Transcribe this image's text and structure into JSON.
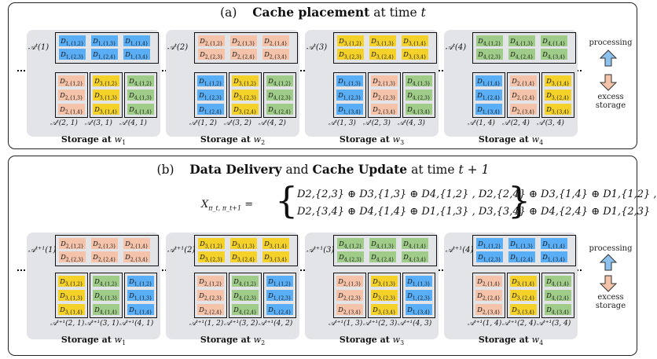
{
  "colors": {
    "blue": "#5aaef5",
    "salmon": "#f5c3aa",
    "yellow": "#f5d22a",
    "green": "#9fcc88",
    "up_arrow": "#8ec2ee",
    "down_arrow": "#f5c3aa"
  },
  "panel_a": {
    "title_prefix": "(a)",
    "title_bold": "Cache placement",
    "title_mid": "at time",
    "title_var": "t"
  },
  "panel_b": {
    "title_prefix": "(b)",
    "title_bold1": "Data Delivery",
    "title_mid1": "and",
    "title_bold2": "Cache Update",
    "title_mid2": "at time",
    "title_var": "t + 1",
    "formula_lhs": "X",
    "formula_lhs_sub": "π_t, π_t+1",
    "formula_eq": "=",
    "formula_line1": "D2,{2,3} ⊕ D3,{1,3} ⊕ D4,{1,2} ,  D2,{2,4} ⊕ D3,{1,4} ⊕ D1,{1,2} ,",
    "formula_line2": "D2,{3,4} ⊕ D4,{1,4} ⊕ D1,{1,3} ,  D3,{3,4} ⊕ D4,{2,4} ⊕ D1,{2,3}",
    "formula_brace_left": "{",
    "formula_brace_right": "}"
  },
  "side_labels": {
    "processing": "processing",
    "excess": "excess",
    "storage": "storage"
  },
  "workers_a": [
    {
      "storage_prefix": "Storage at",
      "storage_w": "w",
      "storage_sub": "1",
      "top_label": "𝒜ᵗ(1)",
      "top_color": "blue",
      "top_cells": [
        "D1,{1,2}",
        "D1,{1,3}",
        "D1,{1,4}",
        "D1,{2,3}",
        "D1,{2,4}",
        "D1,{3,4}"
      ],
      "bottom": [
        {
          "label": "𝒜ᵗ(2, 1)",
          "color": "salmon",
          "cells": [
            "D2,{1,2}",
            "D2,{1,3}",
            "D2,{1,4}"
          ]
        },
        {
          "label": "𝒜ᵗ(3, 1)",
          "color": "yellow",
          "cells": [
            "D3,{1,2}",
            "D3,{1,3}",
            "D3,{1,4}"
          ]
        },
        {
          "label": "𝒜ᵗ(4, 1)",
          "color": "green",
          "cells": [
            "D4,{1,2}",
            "D4,{1,3}",
            "D4,{1,4}"
          ]
        }
      ]
    },
    {
      "storage_prefix": "Storage at",
      "storage_w": "w",
      "storage_sub": "2",
      "top_label": "𝒜ᵗ(2)",
      "top_color": "salmon",
      "top_cells": [
        "D2,{1,2}",
        "D2,{1,3}",
        "D2,{1,4}",
        "D2,{2,3}",
        "D2,{2,4}",
        "D2,{3,4}"
      ],
      "bottom": [
        {
          "label": "𝒜ᵗ(1, 2)",
          "color": "blue",
          "cells": [
            "D1,{1,2}",
            "D1,{2,3}",
            "D1,{2,4}"
          ]
        },
        {
          "label": "𝒜ᵗ(3, 2)",
          "color": "yellow",
          "cells": [
            "D3,{1,2}",
            "D3,{2,3}",
            "D3,{2,4}"
          ]
        },
        {
          "label": "𝒜ᵗ(4, 2)",
          "color": "green",
          "cells": [
            "D4,{1,2}",
            "D4,{2,3}",
            "D4,{2,4}"
          ]
        }
      ]
    },
    {
      "storage_prefix": "Storage at",
      "storage_w": "w",
      "storage_sub": "3",
      "top_label": "𝒜ᵗ(3)",
      "top_color": "yellow",
      "top_cells": [
        "D3,{1,2}",
        "D3,{1,3}",
        "D3,{1,4}",
        "D3,{2,3}",
        "D3,{2,4}",
        "D3,{3,4}"
      ],
      "bottom": [
        {
          "label": "𝒜ᵗ(1, 3)",
          "color": "blue",
          "cells": [
            "D1,{1,3}",
            "D1,{2,3}",
            "D1,{3,4}"
          ]
        },
        {
          "label": "𝒜ᵗ(2, 3)",
          "color": "salmon",
          "cells": [
            "D2,{1,3}",
            "D2,{2,3}",
            "D2,{3,4}"
          ]
        },
        {
          "label": "𝒜ᵗ(4, 3)",
          "color": "green",
          "cells": [
            "D4,{1,3}",
            "D4,{2,3}",
            "D4,{3,4}"
          ]
        }
      ]
    },
    {
      "storage_prefix": "Storage at",
      "storage_w": "w",
      "storage_sub": "4",
      "top_label": "𝒜ᵗ(4)",
      "top_color": "green",
      "top_cells": [
        "D4,{1,2}",
        "D4,{1,3}",
        "D4,{1,4}",
        "D4,{2,3}",
        "D4,{2,4}",
        "D4,{3,4}"
      ],
      "bottom": [
        {
          "label": "𝒜ᵗ(1, 4)",
          "color": "blue",
          "cells": [
            "D1,{1,4}",
            "D1,{2,4}",
            "D1,{3,4}"
          ]
        },
        {
          "label": "𝒜ᵗ(2, 4)",
          "color": "salmon",
          "cells": [
            "D2,{1,4}",
            "D2,{2,4}",
            "D2,{3,4}"
          ]
        },
        {
          "label": "𝒜ᵗ(3, 4)",
          "color": "yellow",
          "cells": [
            "D3,{1,4}",
            "D3,{2,4}",
            "D3,{3,4}"
          ]
        }
      ]
    }
  ],
  "workers_b": [
    {
      "storage_prefix": "Storage at",
      "storage_w": "w",
      "storage_sub": "1",
      "top_label": "𝒜ᵗ⁺¹(1)",
      "top_color": "salmon",
      "top_cells": [
        "D2,{1,2}",
        "D2,{1,3}",
        "D2,{1,4}",
        "D2,{2,3}",
        "D2,{2,4}",
        "D2,{3,4}"
      ],
      "bottom": [
        {
          "label": "𝒜ᵗ⁺¹(2, 1)",
          "color": "yellow",
          "cells": [
            "D3,{1,2}",
            "D3,{1,3}",
            "D3,{1,4}"
          ]
        },
        {
          "label": "𝒜ᵗ⁺¹(3, 1)",
          "color": "green",
          "cells": [
            "D4,{1,2}",
            "D4,{1,3}",
            "D4,{1,4}"
          ]
        },
        {
          "label": "𝒜ᵗ⁺¹(4, 1)",
          "color": "blue",
          "cells": [
            "D1,{1,2}",
            "D1,{1,3}",
            "D1,{1,4}"
          ]
        }
      ]
    },
    {
      "storage_prefix": "Storage at",
      "storage_w": "w",
      "storage_sub": "2",
      "top_label": "𝒜ᵗ⁺¹(2)",
      "top_color": "yellow",
      "top_cells": [
        "D3,{1,2}",
        "D3,{1,3}",
        "D3,{1,4}",
        "D3,{2,3}",
        "D3,{2,4}",
        "D3,{3,4}"
      ],
      "bottom": [
        {
          "label": "𝒜ᵗ⁺¹(1, 2)",
          "color": "salmon",
          "cells": [
            "D2,{1,2}",
            "D2,{2,3}",
            "D2,{2,4}"
          ]
        },
        {
          "label": "𝒜ᵗ⁺¹(3, 2)",
          "color": "green",
          "cells": [
            "D4,{1,2}",
            "D4,{2,3}",
            "D4,{2,4}"
          ]
        },
        {
          "label": "𝒜ᵗ⁺¹(4, 2)",
          "color": "blue",
          "cells": [
            "D1,{1,2}",
            "D1,{2,3}",
            "D1,{2,4}"
          ]
        }
      ]
    },
    {
      "storage_prefix": "Storage at",
      "storage_w": "w",
      "storage_sub": "3",
      "top_label": "𝒜ᵗ⁺¹(3)",
      "top_color": "green",
      "top_cells": [
        "D4,{1,2}",
        "D4,{1,3}",
        "D4,{1,4}",
        "D4,{2,3}",
        "D4,{2,4}",
        "D4,{3,4}"
      ],
      "bottom": [
        {
          "label": "𝒜ᵗ⁺¹(1, 3)",
          "color": "salmon",
          "cells": [
            "D2,{1,3}",
            "D2,{2,3}",
            "D2,{3,4}"
          ]
        },
        {
          "label": "𝒜ᵗ⁺¹(2, 3)",
          "color": "yellow",
          "cells": [
            "D3,{1,3}",
            "D3,{2,3}",
            "D3,{3,4}"
          ]
        },
        {
          "label": "𝒜ᵗ⁺¹(4, 3)",
          "color": "blue",
          "cells": [
            "D1,{1,3}",
            "D1,{2,3}",
            "D1,{3,4}"
          ]
        }
      ]
    },
    {
      "storage_prefix": "Storage at",
      "storage_w": "w",
      "storage_sub": "4",
      "top_label": "𝒜ᵗ⁺¹(4)",
      "top_color": "blue",
      "top_cells": [
        "D1,{1,2}",
        "D1,{1,3}",
        "D1,{1,4}",
        "D1,{2,3}",
        "D1,{2,4}",
        "D1,{3,4}"
      ],
      "bottom": [
        {
          "label": "𝒜ᵗ⁺¹(1, 4)",
          "color": "salmon",
          "cells": [
            "D2,{1,4}",
            "D2,{2,4}",
            "D2,{3,4}"
          ]
        },
        {
          "label": "𝒜ᵗ⁺¹(2, 4)",
          "color": "yellow",
          "cells": [
            "D3,{1,4}",
            "D3,{2,4}",
            "D3,{3,4}"
          ]
        },
        {
          "label": "𝒜ᵗ⁺¹(3, 4)",
          "color": "green",
          "cells": [
            "D4,{1,4}",
            "D4,{2,4}",
            "D4,{3,4}"
          ]
        }
      ]
    }
  ]
}
